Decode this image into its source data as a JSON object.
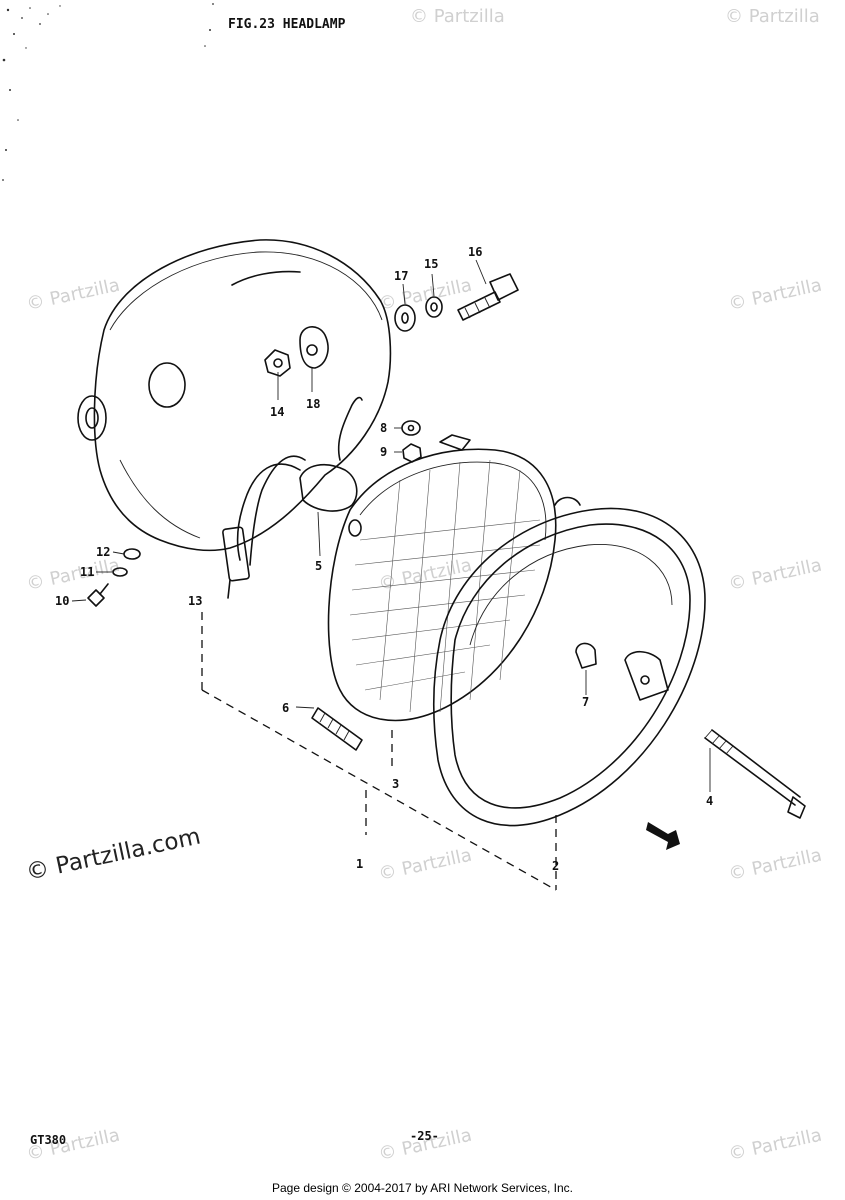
{
  "figure": {
    "title": "FIG.23  HEADLAMP",
    "model": "GT380",
    "page_number": "-25-"
  },
  "watermark": {
    "small_text": "© Partzilla",
    "large_text": "© Partzilla.com"
  },
  "callouts": [
    "1",
    "2",
    "3",
    "4",
    "5",
    "6",
    "7",
    "8",
    "9",
    "10",
    "11",
    "12",
    "13",
    "14",
    "15",
    "16",
    "17",
    "18"
  ],
  "footer": {
    "text": "Page design © 2004-2017 by ARI Network Services, Inc."
  },
  "colors": {
    "ink": "#111111",
    "watermark": "#d0d0d0",
    "background": "#ffffff"
  }
}
